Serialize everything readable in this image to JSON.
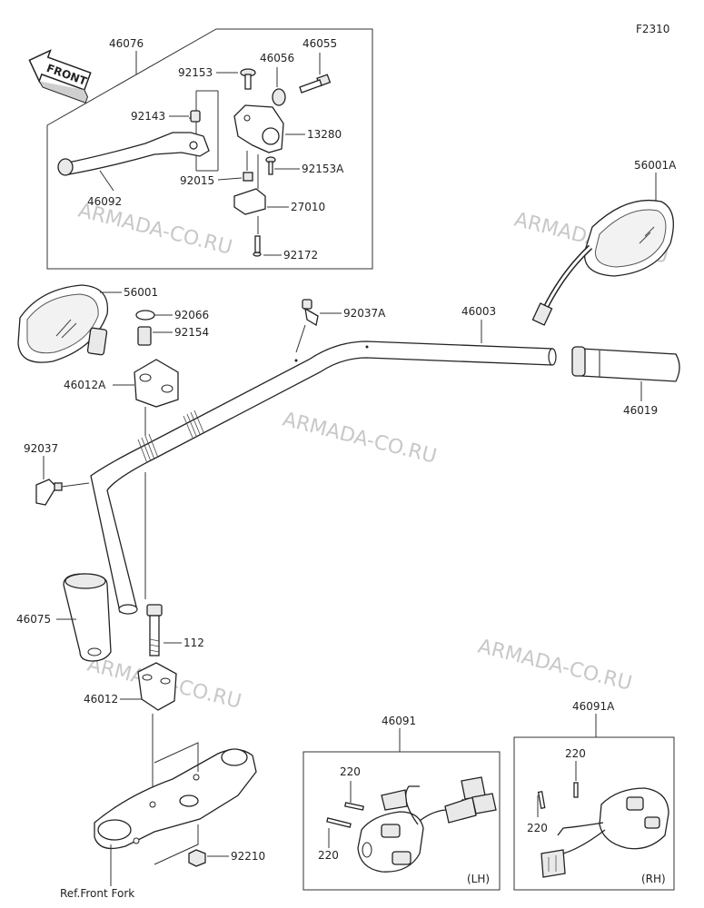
{
  "figure_code": "F2310",
  "front_arrow_label": "FRONT",
  "watermark_text": "ARMADA-CO.RU",
  "callouts": {
    "p46076": "46076",
    "p46055": "46055",
    "p92153": "92153",
    "p46056": "46056",
    "p92143": "92143",
    "p13280": "13280",
    "p92015": "92015",
    "p92153A": "92153A",
    "p46092": "46092",
    "p27010": "27010",
    "p92172": "92172",
    "p56001A": "56001A",
    "p56001": "56001",
    "p92066": "92066",
    "p92154": "92154",
    "p46012A": "46012A",
    "p92037A": "92037A",
    "p46003": "46003",
    "p46019": "46019",
    "p92037": "92037",
    "p46075": "46075",
    "p112": "112",
    "p46012": "46012",
    "p92210": "92210",
    "p46091": "46091",
    "p46091A": "46091A",
    "p220_lh_top": "220",
    "p220_lh_bottom": "220",
    "p220_rh_top": "220",
    "p220_rh_bottom": "220"
  },
  "ref_label": "Ref.Front Fork",
  "side_labels": {
    "left": "(LH)",
    "right": "(RH)"
  }
}
